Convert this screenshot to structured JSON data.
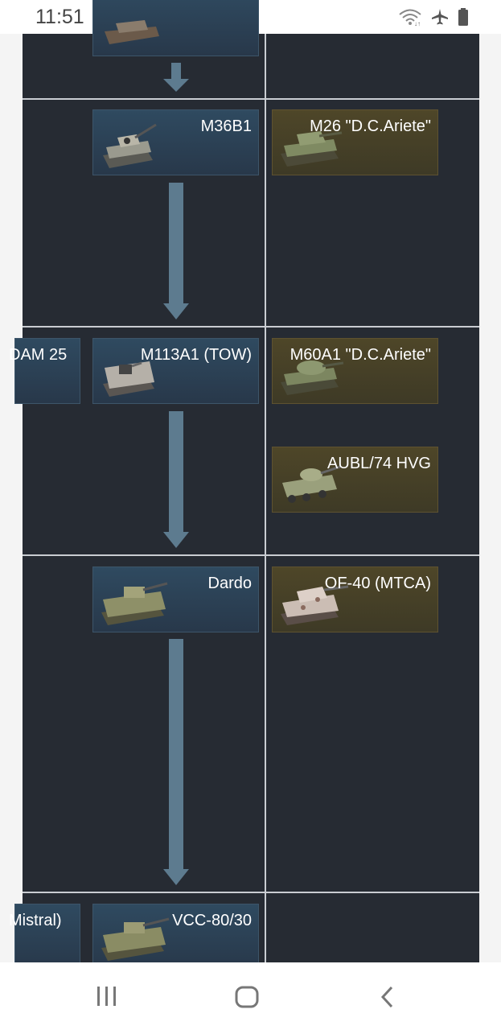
{
  "status_bar": {
    "time": "11:51",
    "icons": [
      "image-icon",
      "wifi-icon",
      "airplane-mode-icon",
      "battery-icon"
    ]
  },
  "tree": {
    "vehicles": [
      {
        "id": "top-partial",
        "name": "",
        "premium": false
      },
      {
        "id": "m36b1",
        "name": "M36B1",
        "premium": false
      },
      {
        "id": "m26-dc-ariete",
        "name": "M26 \"D.C.Ariete\"",
        "premium": true
      },
      {
        "id": "dam-25-partial",
        "name": "DAM 25",
        "premium": false
      },
      {
        "id": "m113a1-tow",
        "name": "M113A1 (TOW)",
        "premium": false
      },
      {
        "id": "m60a1-dc-ariete",
        "name": "M60A1 \"D.C.Ariete\"",
        "premium": true
      },
      {
        "id": "aubl74-hvg",
        "name": "AUBL/74 HVG",
        "premium": true
      },
      {
        "id": "dardo",
        "name": "Dardo",
        "premium": false
      },
      {
        "id": "of40-mtca",
        "name": "OF-40 (MTCA)",
        "premium": true
      },
      {
        "id": "mistral-partial",
        "name": "Mistral)",
        "premium": false
      },
      {
        "id": "vcc-80-30",
        "name": "VCC-80/30",
        "premium": false
      }
    ]
  },
  "colors": {
    "tree_bg": "#262b33",
    "card_regular": "#2f4a60",
    "card_premium": "#4e4628",
    "arrow": "#5d7b8f",
    "divider": "#c9cdd2"
  },
  "nav_bar": {
    "buttons": [
      "recent-apps-icon",
      "home-icon",
      "back-icon"
    ]
  }
}
